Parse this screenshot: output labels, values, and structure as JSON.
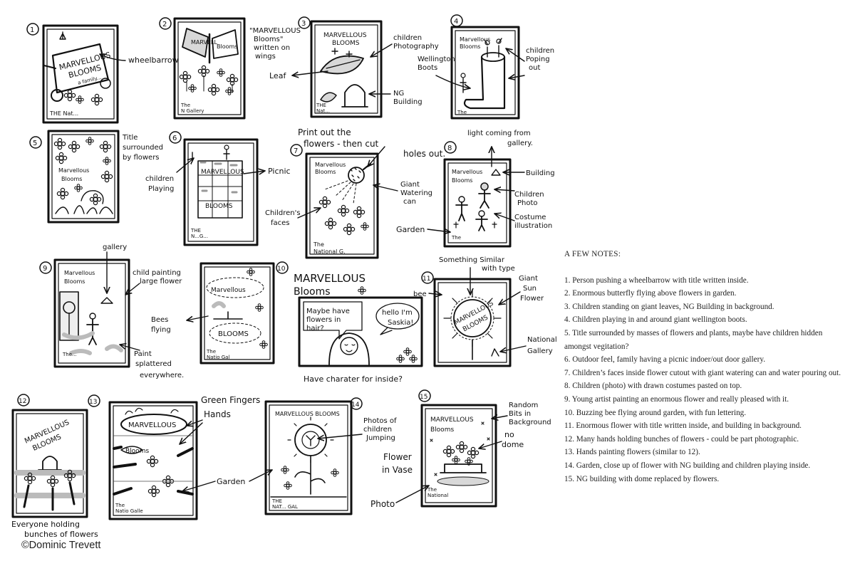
{
  "credit": "©Dominic Trevett",
  "notes": {
    "heading": "A FEW NOTES:",
    "items": [
      "1. Person pushing a wheelbarrow with title written inside.",
      "2. Enormous butterfly flying above flowers in garden.",
      "3. Children standing on giant leaves, NG Building in background.",
      "4. Children playing in and around giant wellington boots.",
      "5. Title surrounded by masses of flowers and plants, maybe have children hidden amongst vegitation?",
      "6. Outdoor feel, family having a picnic indoer/out door gallery.",
      "7. Children’s faces inside flower cutout with giant watering can and water pouring out.",
      "8. Children (photo) with drawn costumes pasted on top.",
      "9. Young artist painting an enormous flower and really pleased with it.",
      "10. Buzzing bee flying around garden, with fun lettering.",
      "11. Enormous flower with title written inside, and building in background.",
      "12. Many hands holding bunches of flowers - could be part photographic.",
      "13. Hands painting flowers (similar to 12).",
      "14. Garden, close up of flower with NG building and children playing inside.",
      "15. NG building with dome replaced by flowers."
    ]
  },
  "sketches": {
    "s1": {
      "num": "1",
      "title_a": "MARVELLOUS",
      "title_b": "BLOOMS",
      "sub": "a family...",
      "footer": "THE Nat...",
      "ann": "wheelbarrow"
    },
    "s2": {
      "num": "2",
      "wing_a": "MARVELL",
      "wing_b": "Blooms",
      "footer_a": "The",
      "footer_b": "N Gallery",
      "ann_a": "\"MARVELLOUS",
      "ann_b": "Blooms\"",
      "ann_c": "written on",
      "ann_d": "wings"
    },
    "s3": {
      "num": "3",
      "title_a": "MARVELLOUS",
      "title_b": "BLOOMS",
      "footer_a": "THE",
      "footer_b": "Nat...",
      "ann_children_a": "children",
      "ann_children_b": "Photography",
      "ann_leaf": "Leaf",
      "ann_ng_a": "NG",
      "ann_ng_b": "Building"
    },
    "s4": {
      "num": "4",
      "title_a": "Marvellous",
      "title_b": "Blooms",
      "footer": "The",
      "ann_w_a": "Wellington",
      "ann_w_b": "Boots",
      "ann_c_a": "children",
      "ann_c_b": "Poping",
      "ann_c_c": "out"
    },
    "s5": {
      "num": "5",
      "title_a": "Marvellous",
      "title_b": "Blooms",
      "ann_a": "Title",
      "ann_b": "surrounded",
      "ann_c": "by flowers"
    },
    "s6": {
      "num": "6",
      "title_a": "MARVELLOUS",
      "title_b": "BLOOMS",
      "footer_a": "THE",
      "footer_b": "N...G...",
      "ann_children_a": "children",
      "ann_children_b": "Playing",
      "ann_picnic": "Picnic"
    },
    "s7": {
      "num": "7",
      "title_a": "Marvellous",
      "title_b": "Blooms",
      "footer_a": "The",
      "footer_b": "National G.",
      "ann_top_a": "Print out the",
      "ann_top_b": "flowers - then cut",
      "ann_top_c": "holes out.",
      "ann_can_a": "Giant",
      "ann_can_b": "Watering",
      "ann_can_c": "can",
      "ann_faces_a": "Children's",
      "ann_faces_b": "faces"
    },
    "s8": {
      "num": "8",
      "title_a": "Marvellous",
      "title_b": "Blooms",
      "footer": "The",
      "ann_light_a": "light coming from",
      "ann_light_b": "gallery.",
      "ann_building": "Building",
      "ann_photo_a": "Children",
      "ann_photo_b": "Photo",
      "ann_costume_a": "Costume",
      "ann_costume_b": "illustration",
      "ann_garden": "Garden"
    },
    "s9": {
      "num": "9",
      "title_a": "Marvellous",
      "title_b": "Blooms",
      "footer": "The...",
      "ann_gallery": "gallery",
      "ann_child_a": "child painting",
      "ann_child_b": "large flower",
      "ann_paint_a": "Paint",
      "ann_paint_b": "splattered",
      "ann_paint_c": "everywhere."
    },
    "s10": {
      "num": "10",
      "title_a": "Marvellous",
      "title_b": "BLOOMS",
      "footer_a": "The",
      "footer_b": "Natio Gal",
      "ann_bees_a": "Bees",
      "ann_bees_b": "flying",
      "head_a": "MARVELLOUS",
      "head_b": "Blooms",
      "bubble_a_1": "Maybe have",
      "bubble_a_2": "flowers in",
      "bubble_a_3": "hair?",
      "bubble_b_1": "hello I'm",
      "bubble_b_2": "Saskia!",
      "ann_char": "Have charater for inside?"
    },
    "s11": {
      "num": "11",
      "flower_a": "MARVELLOUS",
      "flower_b": "BLOOMS",
      "ann_sim_a": "Something Similar",
      "ann_sim_b": "with type",
      "ann_bee": "bee",
      "ann_sun_a": "Giant",
      "ann_sun_b": "Sun",
      "ann_sun_c": "Flower",
      "ann_gal_a": "National",
      "ann_gal_b": "Gallery"
    },
    "s12": {
      "num": "12",
      "title_a": "MARVELLOUS",
      "title_b": "BLOOMS",
      "ann_a": "Everyone holding",
      "ann_b": "bunches of flowers"
    },
    "s13": {
      "num": "13",
      "title_a": "MARVELLOUS",
      "title_b": "Blooms",
      "footer_a": "The",
      "footer_b": "Natio Galle",
      "ann_green": "Green Fingers",
      "ann_hands": "Hands",
      "ann_garden": "Garden"
    },
    "s14": {
      "num": "14",
      "title": "MARVELLOUS BLOOMS",
      "footer_a": "THE",
      "footer_b": "NAT... GAL",
      "ann_photos_a": "Photos of",
      "ann_photos_b": "children",
      "ann_photos_c": "Jumping",
      "ann_vase_a": "Flower",
      "ann_vase_b": "in Vase",
      "ann_photo": "Photo"
    },
    "s15": {
      "num": "15",
      "title_a": "MARVELLOUS",
      "title_b": "Blooms",
      "footer_a": "The",
      "footer_b": "National",
      "ann_rand_a": "Random",
      "ann_rand_b": "Bits in",
      "ann_rand_c": "Background",
      "ann_dome_a": "no",
      "ann_dome_b": "dome"
    }
  }
}
